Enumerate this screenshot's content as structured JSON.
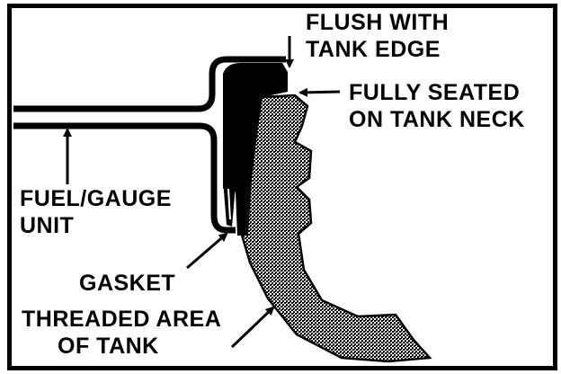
{
  "labels": {
    "flush_line1": "FLUSH WITH",
    "flush_line2": "TANK EDGE",
    "seated_line1": "FULLY SEATED",
    "seated_line2": "ON TANK NECK",
    "fuel_line1": "FUEL/GAUGE",
    "fuel_line2": "UNIT",
    "gasket": "GASKET",
    "threaded_line1": "THREADED AREA",
    "threaded_line2": "OF TANK"
  },
  "colors": {
    "ink": "#000000",
    "paper": "#ffffff"
  }
}
